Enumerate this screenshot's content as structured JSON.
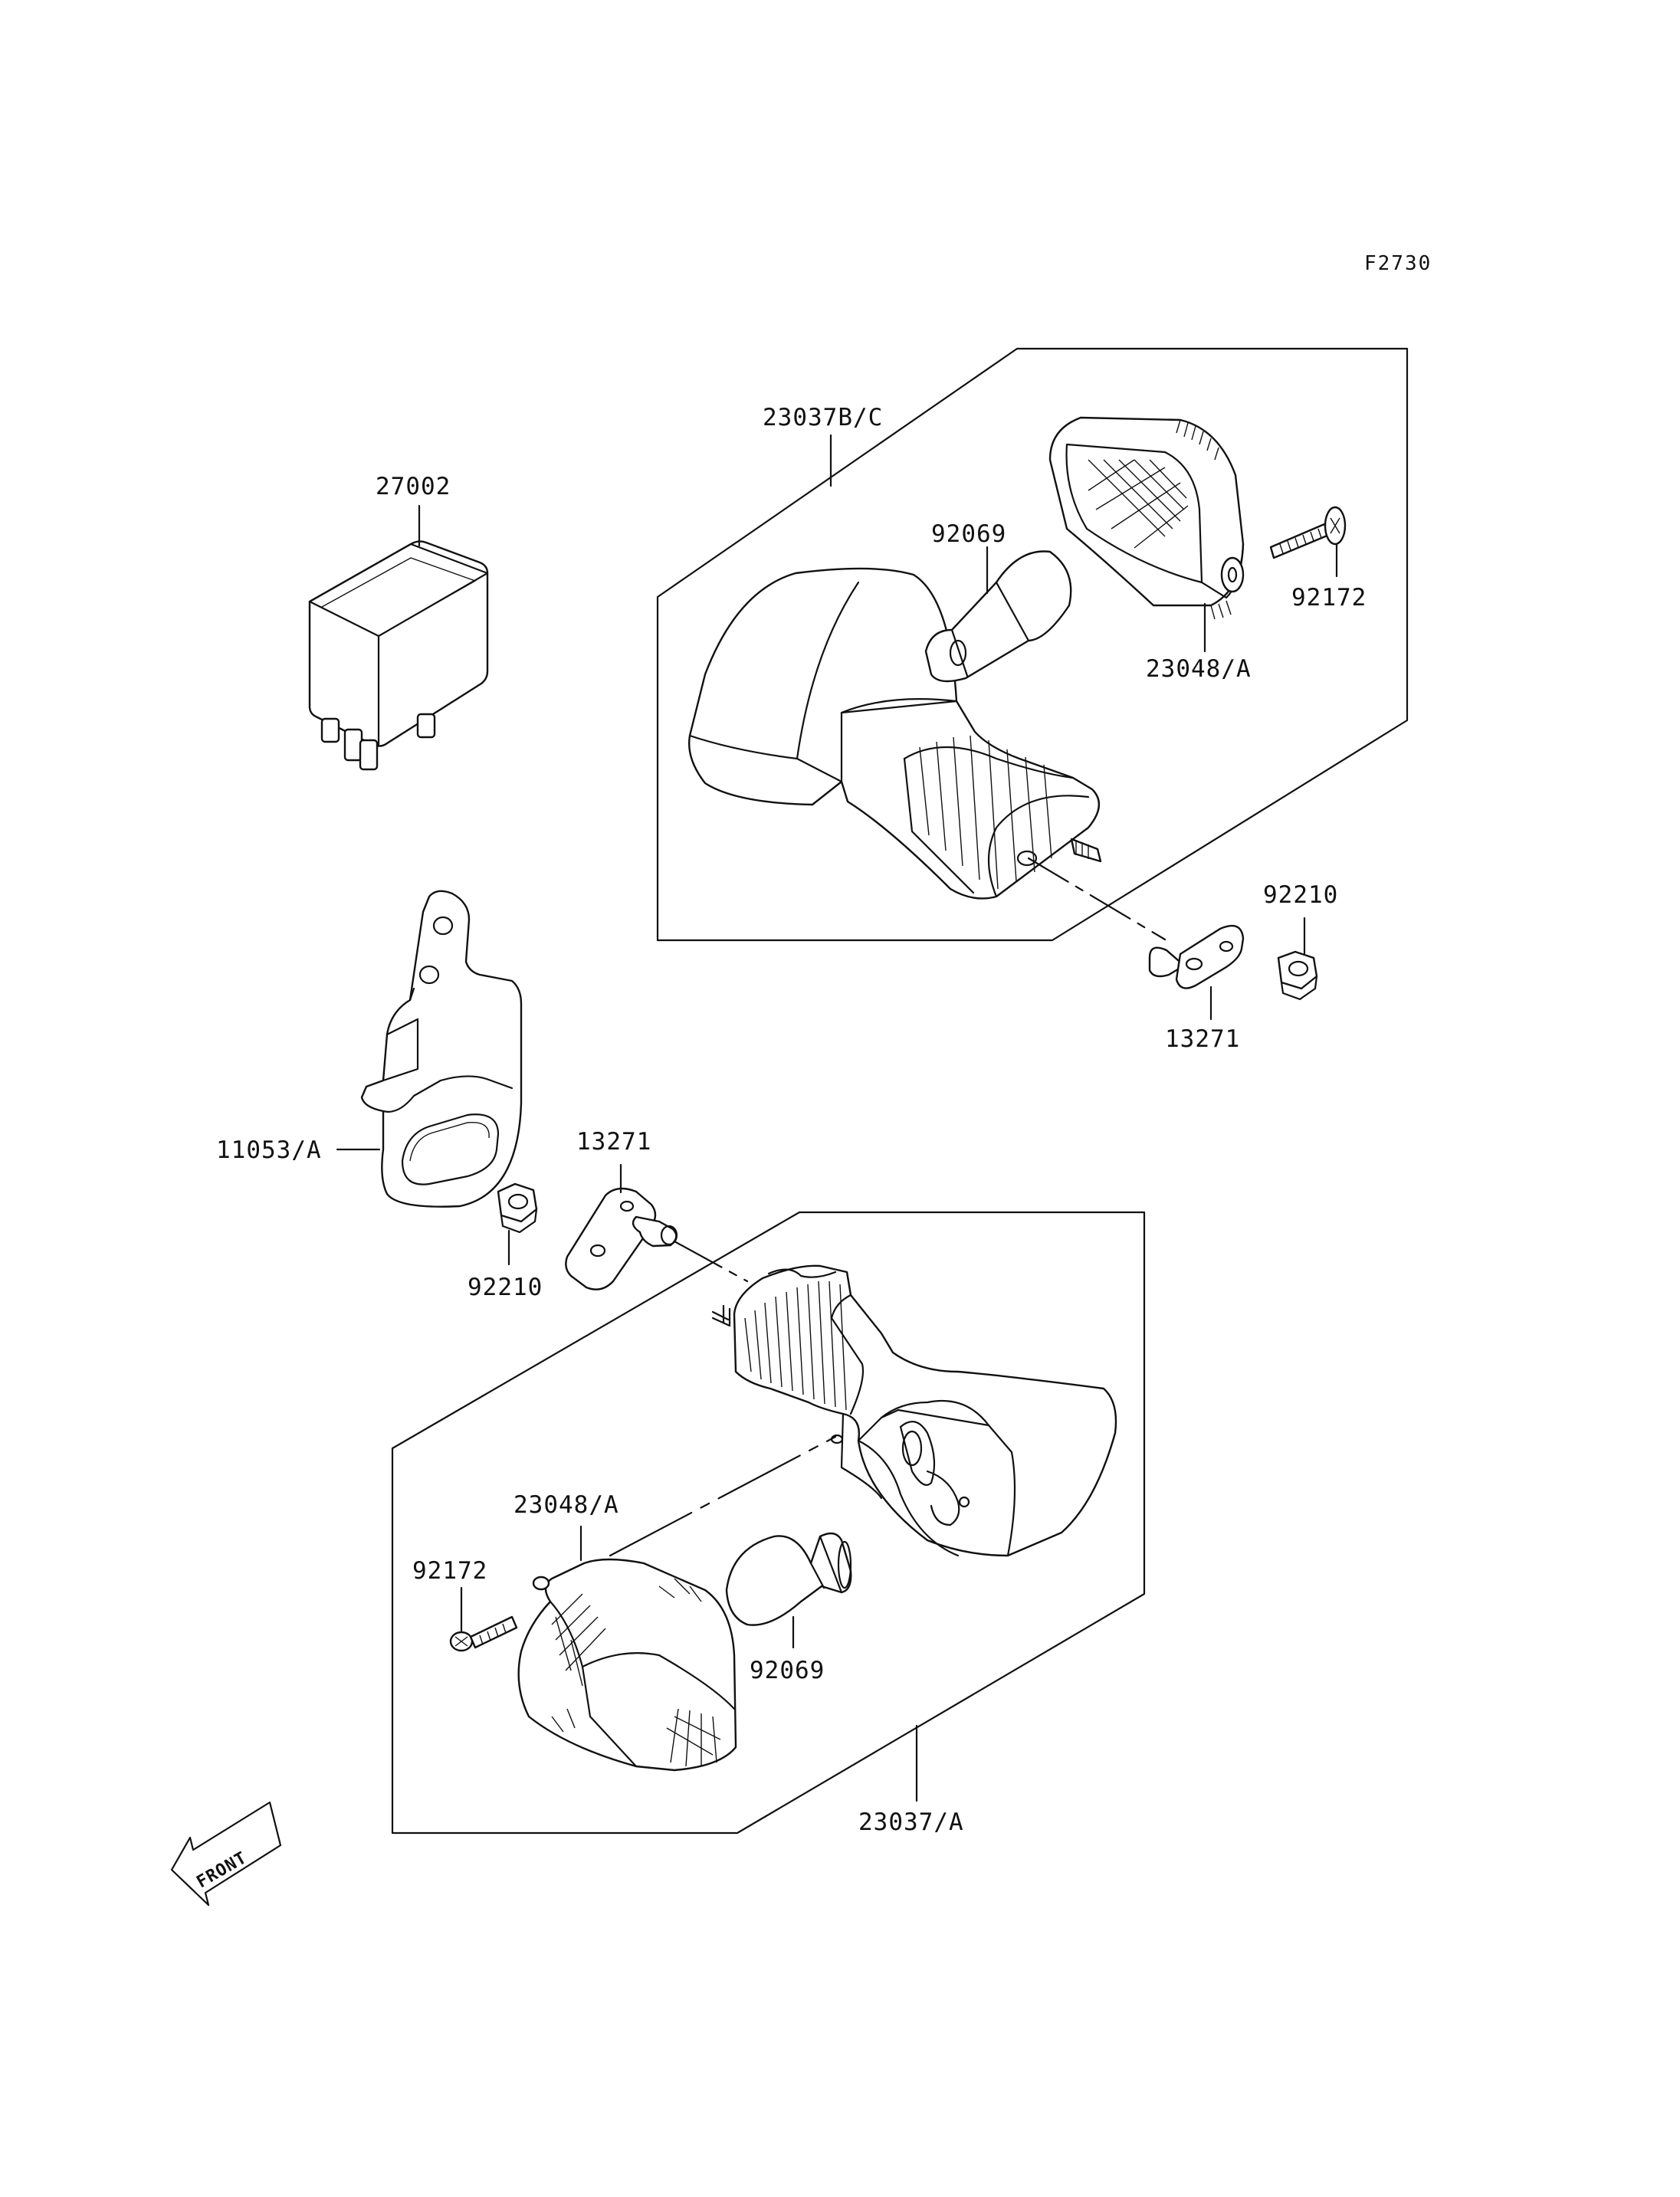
{
  "diagram": {
    "code": "F2730",
    "front_label": "FRONT",
    "callouts": {
      "relay": "27002",
      "rear_signal_assy": "23037B/C",
      "rear_bulb": "92069",
      "rear_screw": "92172",
      "rear_lens": "23048/A",
      "rear_nut": "92210",
      "rear_plate": "13271",
      "bracket": "11053/A",
      "front_plate": "13271",
      "front_nut": "92210",
      "front_lens": "23048/A",
      "front_screw": "92172",
      "front_bulb": "92069",
      "front_signal_assy": "23037/A"
    }
  }
}
